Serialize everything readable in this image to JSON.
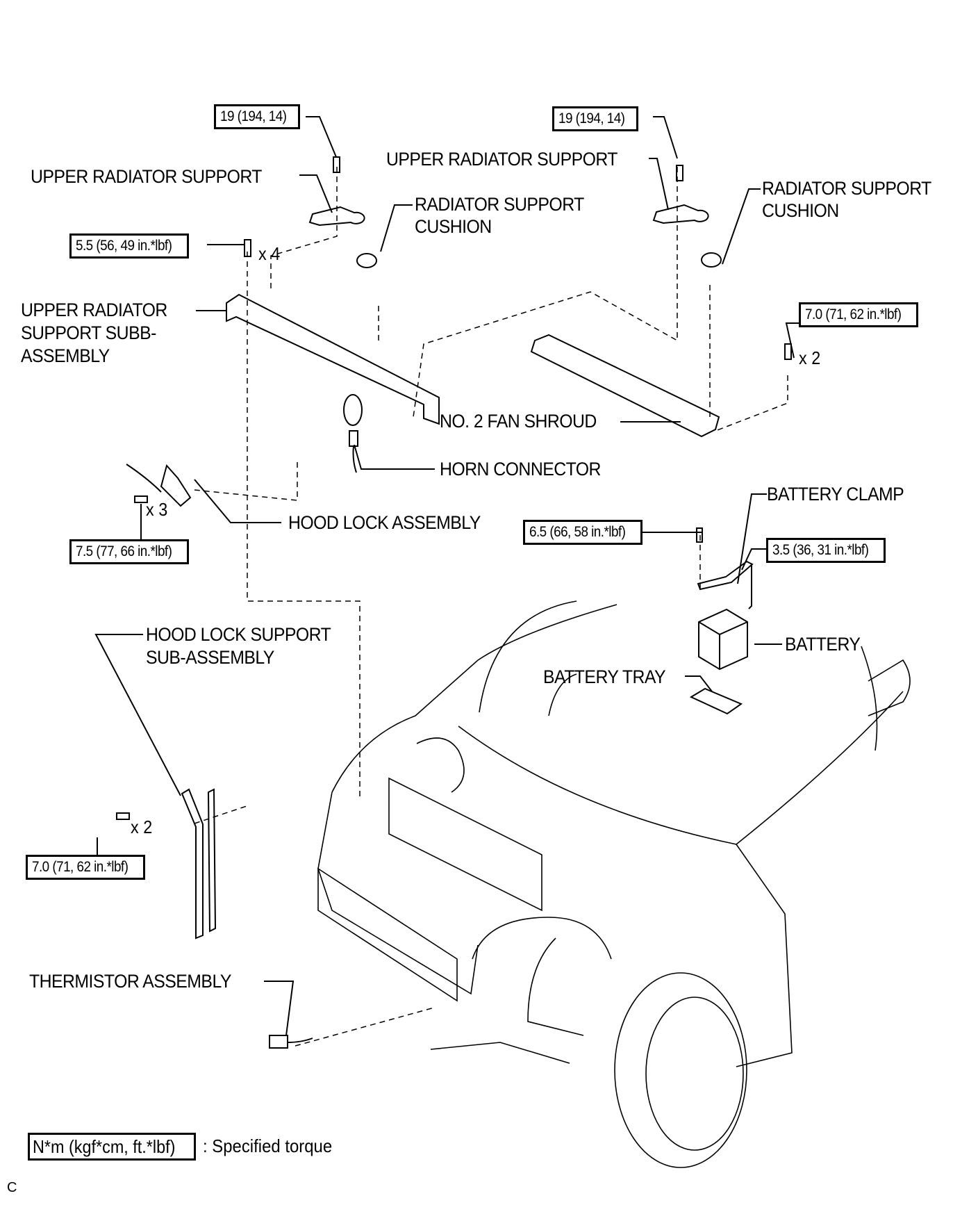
{
  "labels": {
    "upper_radiator_support_left": "UPPER RADIATOR SUPPORT",
    "radiator_support_cushion_left_1": "RADIATOR SUPPORT",
    "radiator_support_cushion_left_2": "CUSHION",
    "upper_radiator_support_right": "UPPER RADIATOR SUPPORT",
    "radiator_support_cushion_right_1": "RADIATOR SUPPORT",
    "radiator_support_cushion_right_2": "CUSHION",
    "upper_radiator_support_sub_1": "UPPER RADIATOR",
    "upper_radiator_support_sub_2": "SUPPORT SUBB-",
    "upper_radiator_support_sub_3": "ASSEMBLY",
    "no2_fan_shroud": "NO. 2 FAN SHROUD",
    "horn_connector": "HORN CONNECTOR",
    "hood_lock_assembly": "HOOD LOCK ASSEMBLY",
    "battery_clamp": "BATTERY CLAMP",
    "battery": "BATTERY",
    "battery_tray": "BATTERY TRAY",
    "hood_lock_support_1": "HOOD LOCK SUPPORT",
    "hood_lock_support_2": "SUB-ASSEMBLY",
    "thermistor_assembly": "THERMISTOR ASSEMBLY"
  },
  "torques": {
    "upper_support_bolt_left": "19 (194, 14)",
    "upper_support_bolt_right": "19 (194, 14)",
    "sub_assembly_bolts": "5.5 (56, 49 in.*lbf)",
    "fan_shroud_bolts": "7.0 (71, 62 in.*lbf)",
    "hood_lock_bolts": "7.5 (77, 66 in.*lbf)",
    "battery_clamp_bolt": "6.5 (66, 58 in.*lbf)",
    "battery_clamp_nut": "3.5 (36, 31 in.*lbf)",
    "hood_lock_support_bolts": "7.0 (71, 62 in.*lbf)"
  },
  "quantities": {
    "sub_assembly_bolts": "x 4",
    "fan_shroud_bolts": "x 2",
    "hood_lock_bolts": "x 3",
    "hood_lock_support_bolts": "x 2"
  },
  "legend": {
    "unit_box": "N*m (kgf*cm, ft.*lbf)",
    "description": ": Specified torque"
  },
  "corner_mark": "C"
}
